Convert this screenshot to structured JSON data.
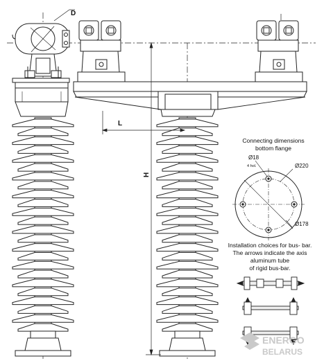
{
  "drawing": {
    "dimensions": {
      "d": "D",
      "l": "L",
      "h": "H"
    },
    "flange": {
      "caption_line1": "Connecting dimensions",
      "caption_line2": "bottom flange",
      "hole_diameter": "Ø18",
      "hole_count": "4 hol.",
      "outer_diameter": "Ø220",
      "bolt_circle": "Ø178"
    },
    "installation": {
      "line1": "Installation choices for bus- bar.",
      "line2": "The arrows indicate the axis",
      "line3": "aluminum tube",
      "line4": "of rigid bus-bar."
    },
    "watermark": {
      "line1": "ENERGO",
      "line2": "BELARUS"
    },
    "colors": {
      "line": "#222222",
      "watermark": "#c9c9c9"
    }
  }
}
